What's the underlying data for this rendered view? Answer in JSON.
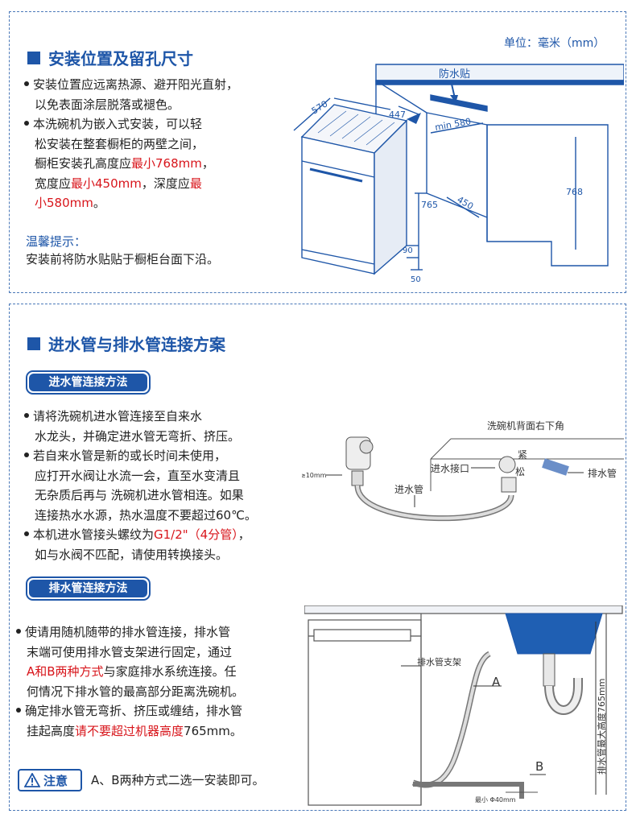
{
  "section1": {
    "title": "安装位置及留孔尺寸",
    "unit": "单位：毫米（mm）",
    "bullet1_line1": "安装位置应远离热源、避开阳光直射，",
    "bullet1_line2": "以免表面涂层脱落或褪色。",
    "bullet2_line1": "本洗碗机为嵌入式安装，可以轻",
    "bullet2_line2": "松安装在整套橱柜的两壁之间，",
    "bullet2_line3a": "橱柜安装孔高度应",
    "bullet2_line3b": "最小768mm",
    "bullet2_line3c": "，",
    "bullet2_line4a": "宽度应",
    "bullet2_line4b": "最小450mm",
    "bullet2_line4c": "，深度应",
    "bullet2_line4d": "最",
    "bullet2_line5a": "小580mm",
    "bullet2_line5b": "。",
    "tip_title": "温馨提示：",
    "tip_text": "安装前将防水贴贴于橱柜台面下沿。",
    "diagram": {
      "label_waterproof": "防水贴",
      "dim_570": "570",
      "dim_447": "447",
      "dim_min580": "min 580",
      "dim_768": "768",
      "dim_765": "765",
      "dim_450": "450",
      "dim_90": "90",
      "dim_50": "50"
    }
  },
  "section2": {
    "title": "进水管与排水管连接方案",
    "inlet_pill": "进水管连接方法",
    "inlet_b1_l1": "请将洗碗机进水管连接至自来水",
    "inlet_b1_l2": "水龙头，并确定进水管无弯折、挤压。",
    "inlet_b2_l1": "若自来水管是新的或长时间未使用，",
    "inlet_b2_l2": "应打开水阀让水流一会，直至水变清且",
    "inlet_b2_l3": "无杂质后再与 洗碗机进水管相连。如果",
    "inlet_b2_l4": "连接热水水源，热水温度不要超过60℃。",
    "inlet_b3_l1a": "本机进水管接头螺纹为",
    "inlet_b3_l1b": "G1/2\"（4分管）",
    "inlet_b3_l1c": "，",
    "inlet_b3_l2": "如与水阀不匹配，请使用转换接头。",
    "inlet_diagram": {
      "back_corner": "洗碗机背面右下角",
      "inlet_port": "进水接口",
      "tight": "紧",
      "loose": "松",
      "drain_hose": "排水管",
      "inlet_hose": "进水管",
      "dim_10": "≥10mm"
    },
    "drain_pill": "排水管连接方法",
    "drain_b1_l1": "使请用随机随带的排水管连接，排水管",
    "drain_b1_l2": "末端可使用排水管支架进行固定，通过",
    "drain_b1_l3a": "A和B两种方式",
    "drain_b1_l3b": "与家庭排水系统连接。任",
    "drain_b1_l4": "何情况下排水管的最高部分距离洗碗机。",
    "drain_b2_l1": "确定排水管无弯折、挤压或缠结，排水管",
    "drain_b2_l2a": "挂起高度",
    "drain_b2_l2b": "请不要超过机器高度",
    "drain_b2_l2c": "765mm。",
    "notice_label": "注意",
    "notice_text": "A、B两种方式二选一安装即可。",
    "drain_diagram": {
      "bracket": "排水管支架",
      "a": "A",
      "b": "B",
      "max_height": "排水管最大高度765mm",
      "min_diam": "最小 Φ40mm"
    }
  },
  "colors": {
    "accent": "#1e56a8",
    "highlight": "#d8151b",
    "border": "#4a78b8"
  }
}
